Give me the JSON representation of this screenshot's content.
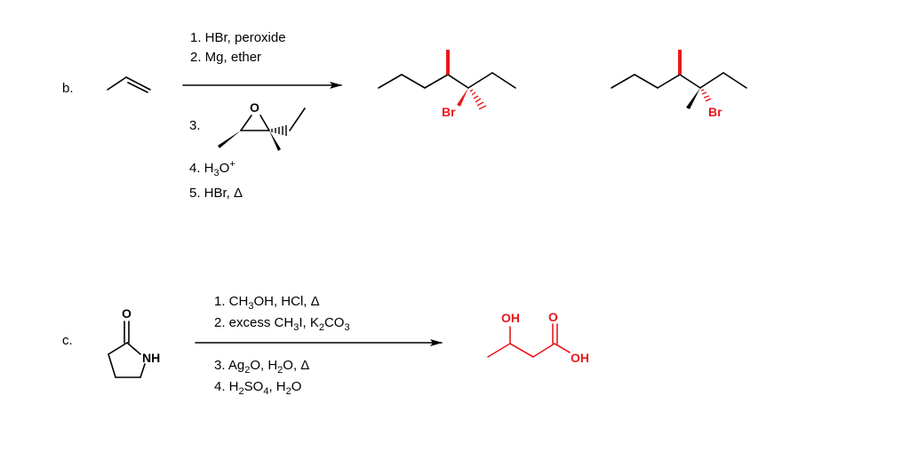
{
  "problem_b": {
    "label": "b.",
    "steps_above": [
      "1. HBr, peroxide",
      "2. Mg, ether"
    ],
    "step3_number": "3.",
    "epoxide_oxygen": "O",
    "steps_below": [
      "4. H3O+",
      "5. HBr, Δ"
    ],
    "product_1_halogen": "Br",
    "product_2_halogen": "Br"
  },
  "problem_c": {
    "label": "c.",
    "reactant_oxygen": "O",
    "reactant_nh": "NH",
    "steps_above": [
      "1. CH3OH, HCl, Δ",
      "2. excess CH3I, K2CO3"
    ],
    "steps_below": [
      "3. Ag2O, H2O, Δ",
      "4. H2SO4, H2O"
    ],
    "product_hydroxyl": "OH",
    "product_carbonyl_oxygen": "O",
    "product_acid_hydroxyl": "OH"
  },
  "colors": {
    "product_highlight": "#e8191c",
    "ink": "#000000"
  }
}
